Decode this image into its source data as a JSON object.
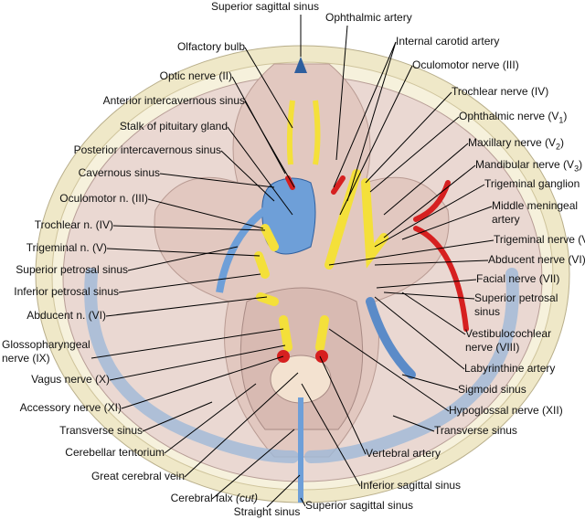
{
  "labels": {
    "superior_sagittal_sinus_top": "Superior sagittal sinus",
    "ophthalmic_artery": "Ophthalmic artery",
    "olfactory_bulb": "Olfactory bulb",
    "optic_nerve": "Optic nerve (II)",
    "anterior_intercavernous_sinus": "Anterior intercavernous sinus",
    "stalk_of_pituitary_gland": "Stalk of pituitary gland",
    "posterior_intercavernous_sinus": "Posterior intercavernous sinus",
    "cavernous_sinus": "Cavernous sinus",
    "oculomotor_n": "Oculomotor n. (III)",
    "trochlear_n": "Trochlear n. (IV)",
    "trigeminal_n": "Trigeminal n. (V)",
    "superior_petrosal_sinus_left": "Superior petrosal sinus",
    "inferior_petrosal_sinus": "Inferior petrosal sinus",
    "abducent_n": "Abducent n. (VI)",
    "glossopharyngeal_1": "Glossopharyngeal",
    "glossopharyngeal_2": "nerve (IX)",
    "vagus_nerve": "Vagus nerve (X)",
    "accessory_nerve": "Accessory nerve (XI)",
    "transverse_sinus_left": "Transverse sinus",
    "cerebellar_tentorium": "Cerebellar tentorium",
    "great_cerebral_vein": "Great cerebral vein",
    "cerebral_falx": "Cerebral falx",
    "cerebral_falx_note": "(cut)",
    "straight_sinus": "Straight sinus",
    "superior_sagittal_sinus_bottom": "Superior sagittal sinus",
    "inferior_sagittal_sinus": "Inferior sagittal sinus",
    "vertebral_artery": "Vertebral artery",
    "internal_carotid_artery": "Internal carotid artery",
    "oculomotor_nerve": "Oculomotor nerve (III)",
    "trochlear_nerve": "Trochlear nerve (IV)",
    "ophthalmic_nerve": "Ophthalmic nerve (V",
    "ophthalmic_nerve_sub": "1",
    "maxillary_nerve": "Maxillary nerve (V",
    "maxillary_nerve_sub": "2",
    "mandibular_nerve": "Mandibular nerve (V",
    "mandibular_nerve_sub": "3",
    "trigeminal_ganglion": "Trigeminal ganglion",
    "middle_meningeal_1": "Middle meningeal",
    "middle_meningeal_2": "artery",
    "trigeminal_nerve": "Trigeminal nerve (V)",
    "abducent_nerve": "Abducent nerve (VI)",
    "facial_nerve": "Facial nerve (VII)",
    "superior_petrosal_1": "Superior petrosal",
    "superior_petrosal_2": "sinus",
    "vestibulocochlear_1": "Vestibulocochlear",
    "vestibulocochlear_2": "nerve (VIII)",
    "labyrinthine_artery": "Labyrinthine artery",
    "sigmoid_sinus": "Sigmoid sinus",
    "hypoglossal_nerve": "Hypoglossal nerve (XII)",
    "transverse_sinus_right": "Transverse sinus"
  },
  "colors": {
    "nerve": "#f4e03a",
    "artery": "#d62020",
    "venous_sinus": "#6e9fd8",
    "bone": "#efe8c8",
    "dura": "#ead8d2"
  }
}
